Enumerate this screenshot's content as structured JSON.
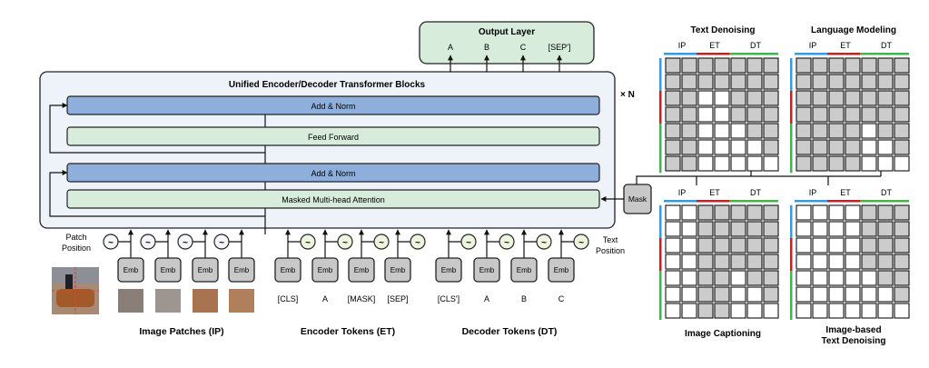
{
  "output_layer": {
    "title": "Output Layer",
    "tokens": [
      "A",
      "B",
      "C",
      "[SEP']"
    ]
  },
  "transformer": {
    "title": "Unified Encoder/Decoder Transformer Blocks",
    "repeat_label": "× N",
    "layers": {
      "add_norm_top": "Add & Norm",
      "feed_forward": "Feed Forward",
      "add_norm_bottom": "Add & Norm",
      "attention": "Masked Multi-head Attention"
    },
    "mask_label": "Mask"
  },
  "inputs": {
    "patch_position_label": [
      "Patch",
      "Position"
    ],
    "text_position_label": [
      "Text",
      "Position"
    ],
    "emb_label": "Emb",
    "position_symbol": "~",
    "image_patches": {
      "title": "Image Patches (IP)",
      "count": 4
    },
    "encoder_tokens": {
      "title": "Encoder Tokens (ET)",
      "tokens": [
        "[CLS]",
        "A",
        "[MASK]",
        "[SEP]"
      ]
    },
    "decoder_tokens": {
      "title": "Decoder Tokens (DT)",
      "tokens": [
        "[CLS']",
        "A",
        "B",
        "C"
      ]
    }
  },
  "colors": {
    "ip": "#3b9ad9",
    "et": "#b22a2a",
    "dt": "#4caf50",
    "add_norm": "#8eafdc",
    "green_box": "#d8ecdc",
    "block_bg": "#eef3fa",
    "emb_fill": "#c8c8c8",
    "text_pos_fill": "#eef5df",
    "masked_cell": "#cccccc"
  },
  "masks": {
    "group_labels": [
      "IP",
      "ET",
      "DT"
    ],
    "group_sizes": [
      2,
      2,
      3
    ],
    "legend": "G = masked (gray), W = attend (white)",
    "matrices": [
      {
        "title": "Text Denoising",
        "rows": [
          "GGGGGGG",
          "GGGGGGG",
          "GGWWGGG",
          "GGWWGGG",
          "GGWWWGG",
          "GGWWWWG",
          "GGWWWWW"
        ]
      },
      {
        "title": "Language Modeling",
        "rows": [
          "GGGGGGG",
          "GGGGGGG",
          "GGGGGGG",
          "GGGGGGG",
          "GGGGWGG",
          "GGGGWWG",
          "GGGGWWW"
        ]
      },
      {
        "title": "Image Captioning",
        "rows": [
          "WWGGGGG",
          "WWGGGGG",
          "WWGGGGG",
          "WWGGGGG",
          "WWGGWGG",
          "WWGGWWG",
          "WWGGWWW"
        ]
      },
      {
        "title": "Image-based Text Denoising",
        "title_lines": [
          "Image-based",
          "Text Denoising"
        ],
        "rows": [
          "WWWWGGG",
          "WWWWGGG",
          "WWWWGGG",
          "WWWWGGG",
          "WWWWWGG",
          "WWWWWWG",
          "WWWWWWW"
        ]
      }
    ]
  }
}
